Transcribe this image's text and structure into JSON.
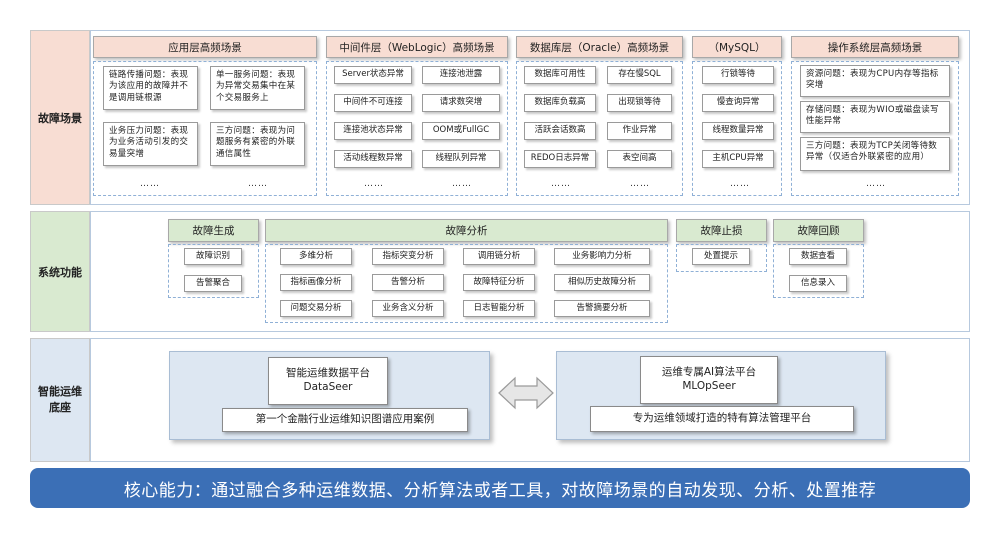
{
  "rows": {
    "scenarios": {
      "label": "故障场景"
    },
    "functions": {
      "label": "系统功能"
    },
    "base": {
      "label": "智能运维\n底座"
    }
  },
  "scenarios": {
    "app": {
      "header": "应用层高频场景",
      "items": [
        "链路传播问题：表现为该应用的故障并不是调用链根源",
        "单一服务问题：表现为异常交易集中在某个交易服务上",
        "业务压力问题：表现为业务活动引发的交易量突增",
        "三方问题：表现为问题服务有紧密的外联通信属性"
      ],
      "more": [
        "……",
        "……"
      ]
    },
    "middleware": {
      "header": "中间件层（WebLogic）高频场景",
      "items": [
        "Server状态异常",
        "连接池泄露",
        "中间件不可连接",
        "请求数突增",
        "连接池状态异常",
        "OOM或FullGC",
        "活动线程数异常",
        "线程队列异常"
      ],
      "more": [
        "……",
        "……"
      ]
    },
    "database": {
      "header": "数据库层（Oracle）高频场景",
      "items": [
        "数据库可用性",
        "存在慢SQL",
        "数据库负载高",
        "出现锁等待",
        "活跃会话数高",
        "作业异常",
        "REDO日志异常",
        "表空间高"
      ],
      "more": [
        "……",
        "……"
      ]
    },
    "mysql": {
      "header": "（MySQL）",
      "items": [
        "行锁等待",
        "慢查询异常",
        "线程数量异常",
        "主机CPU异常"
      ],
      "more": "……"
    },
    "os": {
      "header": "操作系统层高频场景",
      "items": [
        "资源问题：表现为CPU内存等指标突增",
        "存储问题：表现为WIO或磁盘读写性能异常",
        "三方问题：表现为TCP关闭等待数异常（仅适合外联紧密的应用）"
      ],
      "more": "……"
    }
  },
  "functions": {
    "generation": {
      "header": "故障生成",
      "items": [
        "故障识别",
        "告警聚合"
      ]
    },
    "analysis": {
      "header": "故障分析",
      "items": [
        "多维分析",
        "指标突变分析",
        "调用链分析",
        "业务影响力分析",
        "指标画像分析",
        "告警分析",
        "故障特征分析",
        "相似历史故障分析",
        "问题交易分析",
        "业务含义分析",
        "日志智能分析",
        "告警摘要分析"
      ]
    },
    "stop": {
      "header": "故障止损",
      "items": [
        "处置提示"
      ]
    },
    "review": {
      "header": "故障回顾",
      "items": [
        "数据查看",
        "信息录入"
      ]
    }
  },
  "base": {
    "dataseer": {
      "title": "智能运维数据平台",
      "name": "DataSeer",
      "desc": "第一个金融行业运维知识图谱应用案例"
    },
    "mlopseer": {
      "title": "运维专属AI算法平台",
      "name": "MLOpSeer",
      "desc": "专为运维领域打造的特有算法管理平台"
    }
  },
  "banner": "核心能力：通过融合多种运维数据、分析算法或者工具，对故障场景的自动发现、分析、处置推荐",
  "colors": {
    "scenario_label": "#f8ddd3",
    "scenario_header": "#f8ddd3",
    "function_label": "#d9ead0",
    "function_header": "#d9ead0",
    "base_label": "#dde7f2",
    "banner": "#3b6fb6"
  }
}
